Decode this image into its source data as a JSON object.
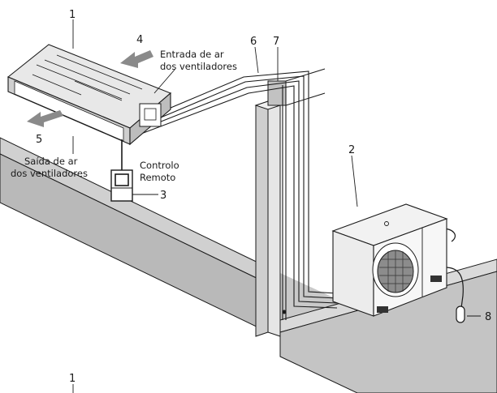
{
  "callouts": {
    "c1": "1",
    "c2": "2",
    "c3": "3",
    "c4": "4",
    "c5": "5",
    "c6": "6",
    "c7": "7",
    "c8": "8",
    "c1_bottom": "1"
  },
  "labels": {
    "air_inlet_line1": "Entrada de ar",
    "air_inlet_line2": "dos ventiladores",
    "air_outlet_line1": "Saída de ar",
    "air_outlet_line2": "dos ventiladores",
    "remote_line1": "Controlo",
    "remote_line2": "Remoto"
  },
  "colors": {
    "line": "#1a1a1a",
    "floor": "#c8c8c8",
    "floor_dark": "#a9a9a9",
    "arrow": "#8a8a8a",
    "unit_top": "#e8e8e8"
  }
}
